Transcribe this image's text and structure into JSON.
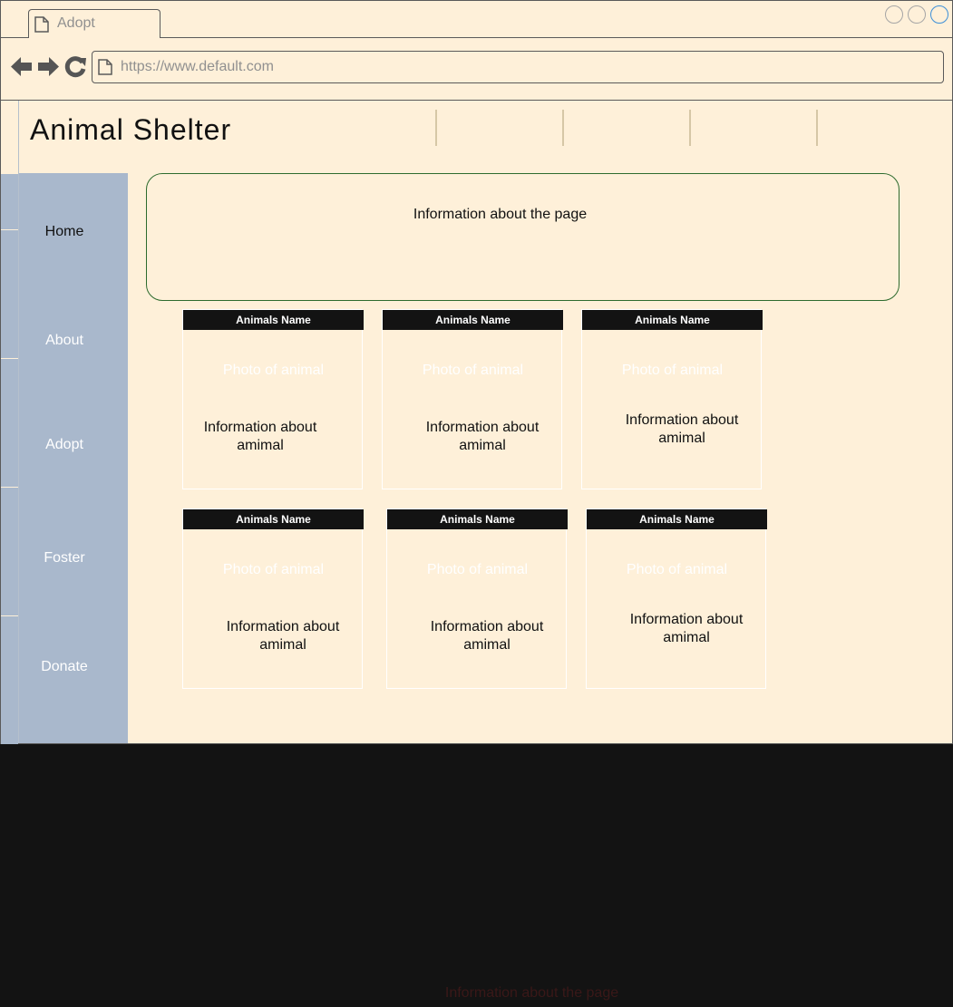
{
  "browser": {
    "tab_title": "Adopt",
    "url": "https://www.default.com",
    "icons": [
      "back-arrow-icon",
      "forward-arrow-icon",
      "reload-icon",
      "document-icon"
    ],
    "window_buttons": [
      "minimize",
      "maximize",
      "close"
    ]
  },
  "header": {
    "title": "Animal Shelter"
  },
  "sidebar": {
    "items": [
      {
        "label": "Home"
      },
      {
        "label": "About"
      },
      {
        "label": "Adopt"
      },
      {
        "label": "Foster"
      },
      {
        "label": "Donate"
      }
    ]
  },
  "main": {
    "info_text": "Information about the page",
    "cards": [
      {
        "name": "Animals Name",
        "photo": "Photo of animal",
        "info_line1": "Information about",
        "info_line2": "amimal"
      },
      {
        "name": "Animals Name",
        "photo": "Photo of animal",
        "info_line1": "Information about",
        "info_line2": "amimal"
      },
      {
        "name": "Animals Name",
        "photo": "Photo of animal",
        "info_line1": "Information about",
        "info_line2": "amimal"
      },
      {
        "name": "Animals Name",
        "photo": "Photo of animal",
        "info_line1": "Information about",
        "info_line2": "amimal"
      },
      {
        "name": "Animals Name",
        "photo": "Photo of animal",
        "info_line1": "Information about",
        "info_line2": "amimal"
      },
      {
        "name": "Animals Name",
        "photo": "Photo of animal",
        "info_line1": "Information about",
        "info_line2": "amimal"
      }
    ]
  },
  "footer": {
    "text": "Information about the page"
  },
  "colors": {
    "page_bg": "#fef0d9",
    "sidebar_bg": "#a9b8cc",
    "card_header_bg": "#131313",
    "info_border": "#2e6b2e",
    "outer_bg": "#131313"
  }
}
